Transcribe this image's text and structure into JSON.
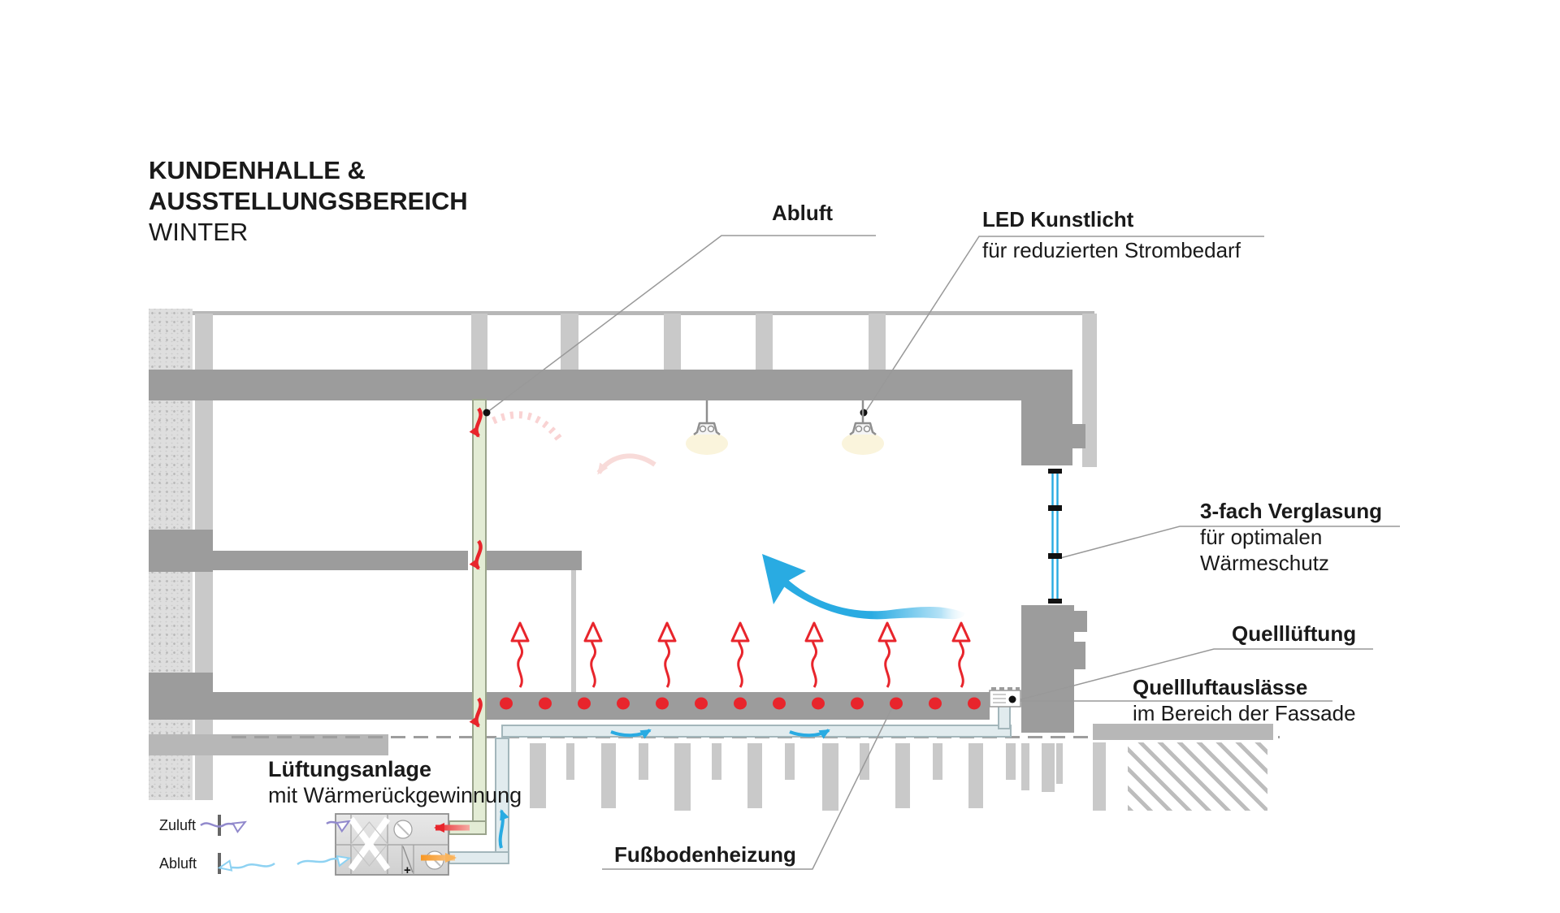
{
  "title": {
    "line1": "KUNDENHALLE &",
    "line2": "AUSSTELLUNGSBEREICH",
    "line3": "WINTER"
  },
  "labels": {
    "abluft": {
      "title": "Abluft"
    },
    "led": {
      "title": "LED Kunstlicht",
      "subtitle": "für reduzierten Strombedarf"
    },
    "glazing": {
      "title": "3-fach Verglasung",
      "subtitle1": "für optimalen",
      "subtitle2": "Wärmeschutz"
    },
    "quellueftung": {
      "title": "Quelllüftung"
    },
    "quellluftauslaesse": {
      "title": "Quellluftauslässe",
      "subtitle": "im Bereich der Fassade"
    },
    "fussbodenheizung": {
      "title": "Fußbodenheizung"
    },
    "lueftungsanlage": {
      "title": "Lüftungsanlage",
      "subtitle": "mit Wärmerückgewinnung"
    }
  },
  "legend": {
    "zuluft": "Zuluft",
    "abluft": "Abluft"
  },
  "unit": {
    "plus": "+"
  },
  "icons": [
    {
      "name": "exhaust-air-down-arrow-icon",
      "shape": "curved red arrow pointing down"
    },
    {
      "name": "floor-heating-rise-arrow-icon",
      "shape": "red wavy outline arrow pointing up"
    },
    {
      "name": "supply-air-swoosh-icon",
      "shape": "blue ribbon arrow pointing up-left"
    },
    {
      "name": "zuluft-arrow-icon",
      "shape": "purple outline squiggle arrow pointing right"
    },
    {
      "name": "abluft-arrow-icon",
      "shape": "light blue outline squiggle arrow pointing left"
    },
    {
      "name": "led-lamp-icon",
      "shape": "pendant lamp with warm glow"
    }
  ],
  "colors": {
    "accent_red": "#e8252c",
    "accent_blue": "#29abe2",
    "accent_orange": "#f7941e",
    "duct_green": "#e3ecd5",
    "duct_blue": "#e1ebee",
    "structure_gray": "#9c9c9c",
    "leader_gray": "#999999"
  }
}
